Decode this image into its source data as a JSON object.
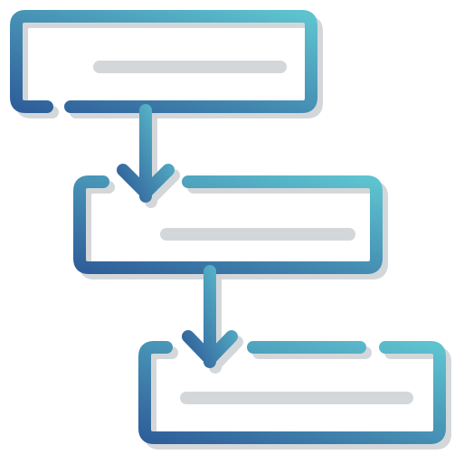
{
  "icon": {
    "name": "workflow-flowchart-icon",
    "gradient_start": "#2f5f9a",
    "gradient_end": "#5ec3cf",
    "shadow_color": "#cfd3d6"
  },
  "steps": [
    {
      "name": "step-1"
    },
    {
      "name": "step-2"
    },
    {
      "name": "step-3"
    }
  ]
}
